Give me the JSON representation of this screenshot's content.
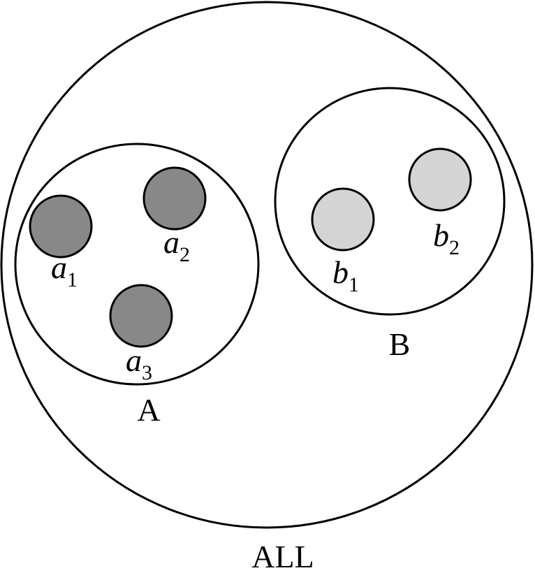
{
  "universe": {
    "label": "ALL"
  },
  "sets": {
    "a": {
      "label": "A",
      "fill": "#888888"
    },
    "b": {
      "label": "B",
      "fill": "#d4d4d4"
    }
  },
  "elements": {
    "a1": {
      "letter": "a",
      "sub": "1"
    },
    "a2": {
      "letter": "a",
      "sub": "2"
    },
    "a3": {
      "letter": "a",
      "sub": "3"
    },
    "b1": {
      "letter": "b",
      "sub": "1"
    },
    "b2": {
      "letter": "b",
      "sub": "2"
    }
  }
}
